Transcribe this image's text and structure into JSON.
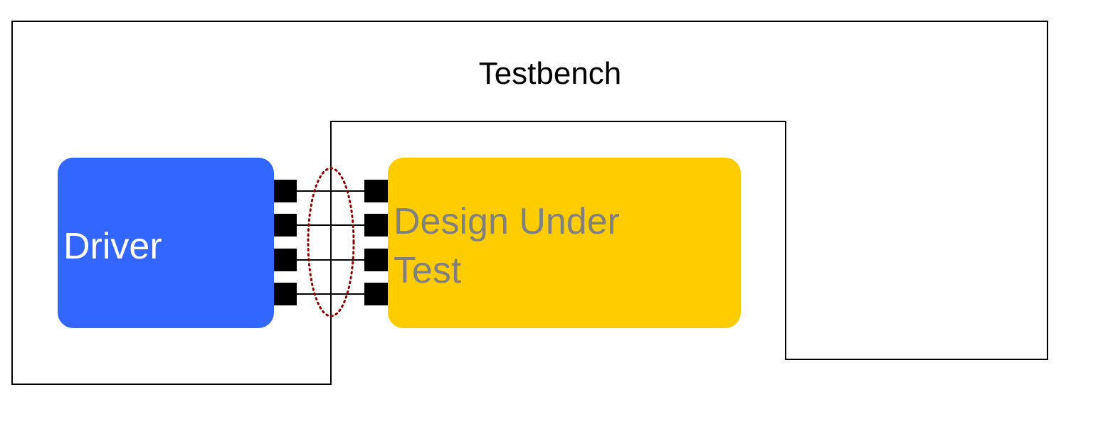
{
  "diagram": {
    "testbench_label": "Testbench",
    "driver": {
      "label": "Driver",
      "color": "#3366ff",
      "text_color": "#ffffff"
    },
    "dut": {
      "label_line1": "Design Under",
      "label_line2": "Test",
      "color": "#ffcc00",
      "text_color": "#808080"
    },
    "pins": {
      "count": 4,
      "color": "#000000"
    },
    "interface_highlight": {
      "shape": "dotted-ellipse",
      "color": "#8b0000"
    },
    "border_color": "#000000"
  }
}
